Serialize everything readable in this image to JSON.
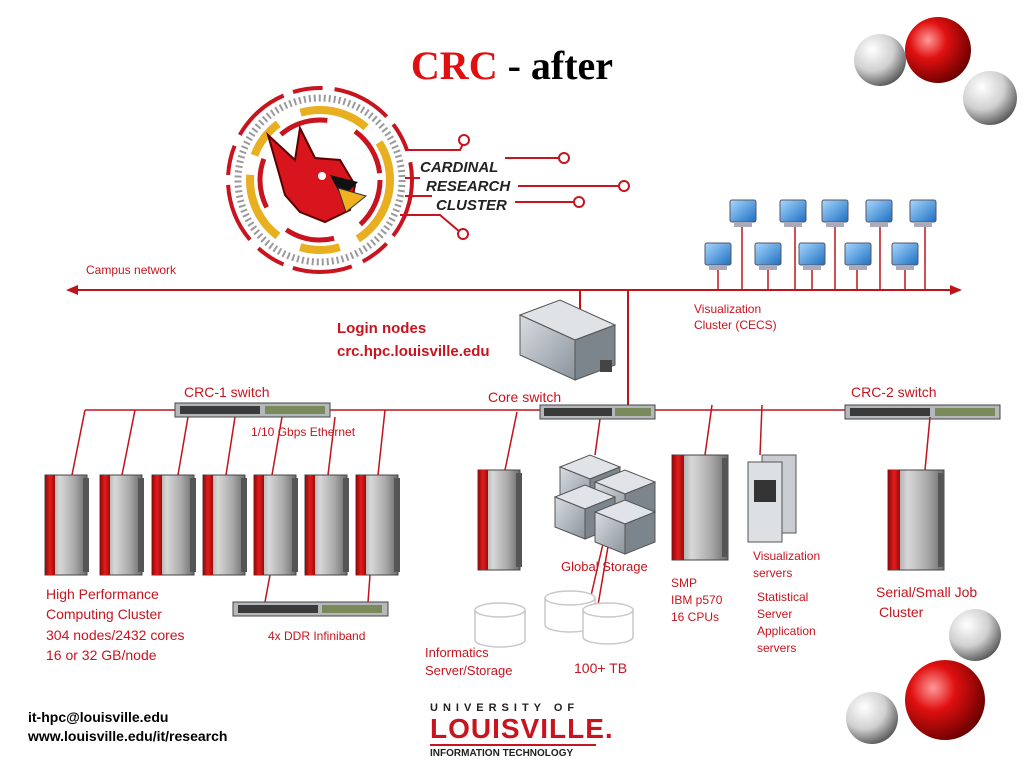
{
  "title": {
    "red": "CRC",
    "rest": " - after"
  },
  "logo": {
    "line1": "CARDINAL",
    "line2": "RESEARCH",
    "line3": "CLUSTER"
  },
  "labels": {
    "campus_network": "Campus network",
    "login_nodes_1": "Login nodes",
    "login_nodes_2": "crc.hpc.louisville.edu",
    "visualization_cluster_1": "Visualization",
    "visualization_cluster_2": "Cluster (CECS)",
    "crc1_switch": "CRC-1 switch",
    "core_switch": "Core switch",
    "crc2_switch": "CRC-2 switch",
    "ethernet": "1/10 Gbps Ethernet",
    "infiniband": "4x DDR Infiniband",
    "hpc_1": "High Performance",
    "hpc_2": "Computing Cluster",
    "hpc_3": "304 nodes/2432  cores",
    "hpc_4": "16 or 32 GB/node",
    "global_storage": "Global Storage",
    "smp_1": "SMP",
    "smp_2": "IBM p570",
    "smp_3": "16 CPUs",
    "vis_servers_1": "Visualization",
    "vis_servers_2": "servers",
    "stat_1": "Statistical",
    "stat_2": "Server",
    "stat_3": "Application",
    "stat_4": "servers",
    "serial_1": "Serial/Small Job",
    "serial_2": "Cluster",
    "informatics_1": "Informatics",
    "informatics_2": "Server/Storage",
    "storage_tb": "100+ TB"
  },
  "footer": {
    "email": "it-hpc@louisville.edu",
    "url": "www.louisville.edu/it/research"
  },
  "university_logo": {
    "line1": "UNIVERSITY OF",
    "line2": "LOUISVILLE.",
    "line3": "INFORMATION TECHNOLOGY"
  },
  "colors": {
    "accent_red": "#c8141e",
    "title_red": "#e01010",
    "line_red": "#c0141c"
  }
}
